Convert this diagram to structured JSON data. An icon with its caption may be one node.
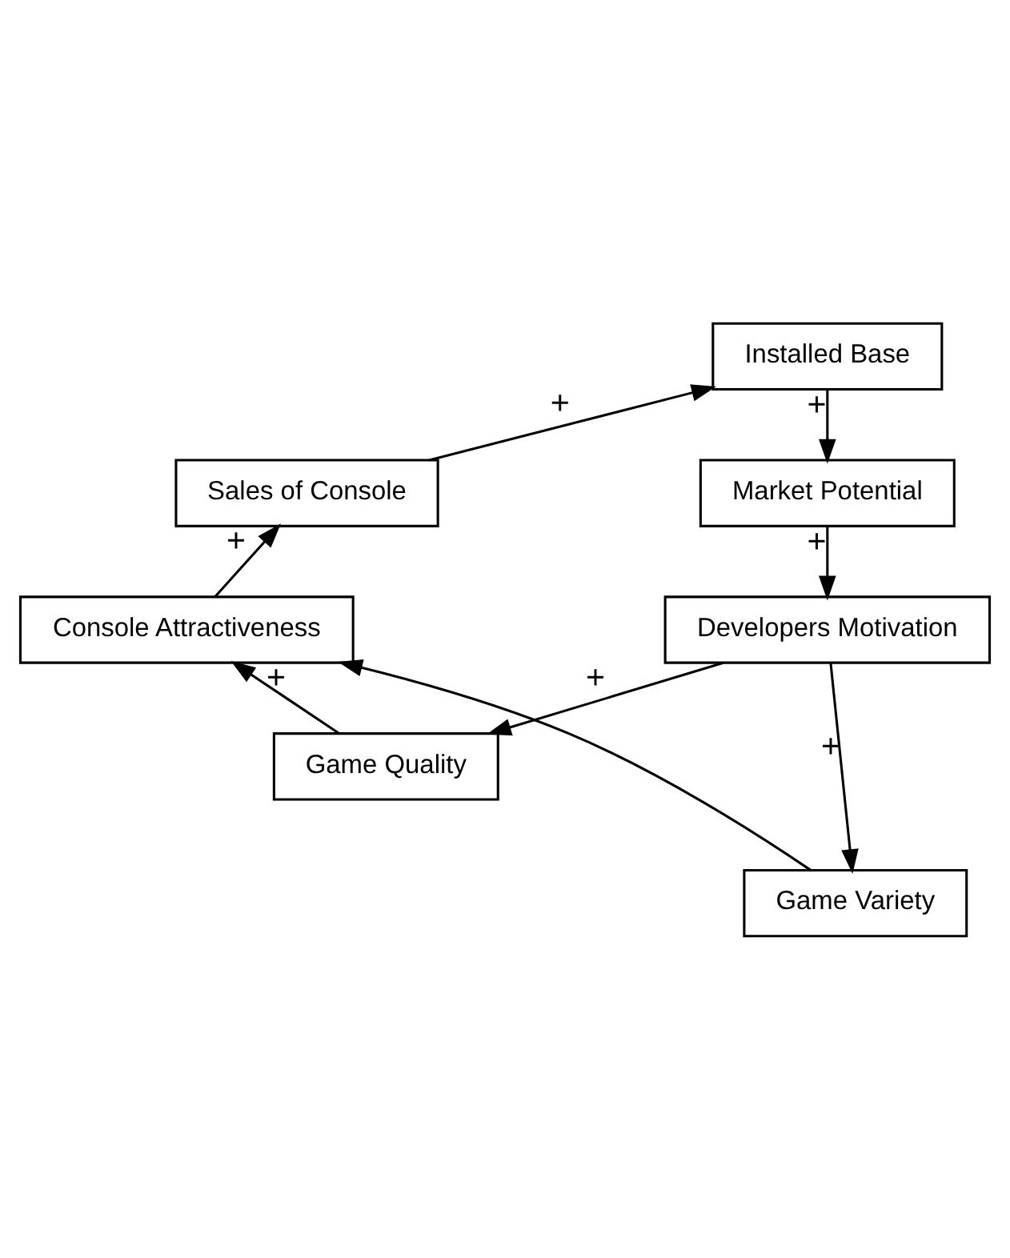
{
  "diagram": {
    "nodes": [
      {
        "text": [
          "Installed Base"
        ]
      },
      {
        "text": [
          "Sales of Console"
        ]
      },
      {
        "text": [
          "Market Potential"
        ]
      },
      {
        "text": [
          "Console Attractiveness"
        ]
      },
      {
        "text": [
          "Developers Motivation"
        ]
      },
      {
        "text": [
          "Game Quality"
        ]
      },
      {
        "text": [
          "Game Variety"
        ]
      }
    ],
    "edges": [
      {
        "from": 1,
        "to": 0,
        "arrow": "to",
        "label": "+"
      },
      {
        "from": 0,
        "to": 2,
        "arrow": "to",
        "label": "+"
      },
      {
        "from": 2,
        "to": 4,
        "arrow": "to",
        "label": "+"
      },
      {
        "from": 4,
        "to": 5,
        "arrow": "to",
        "label": "+"
      },
      {
        "from": 4,
        "to": 6,
        "arrow": "to",
        "label": "+"
      },
      {
        "from": 5,
        "to": 3,
        "arrow": "to",
        "label": "+"
      },
      {
        "from": 6,
        "to": 3,
        "arrow": "to"
      },
      {
        "from": 3,
        "to": 1,
        "arrow": "to",
        "label": "+"
      }
    ]
  }
}
